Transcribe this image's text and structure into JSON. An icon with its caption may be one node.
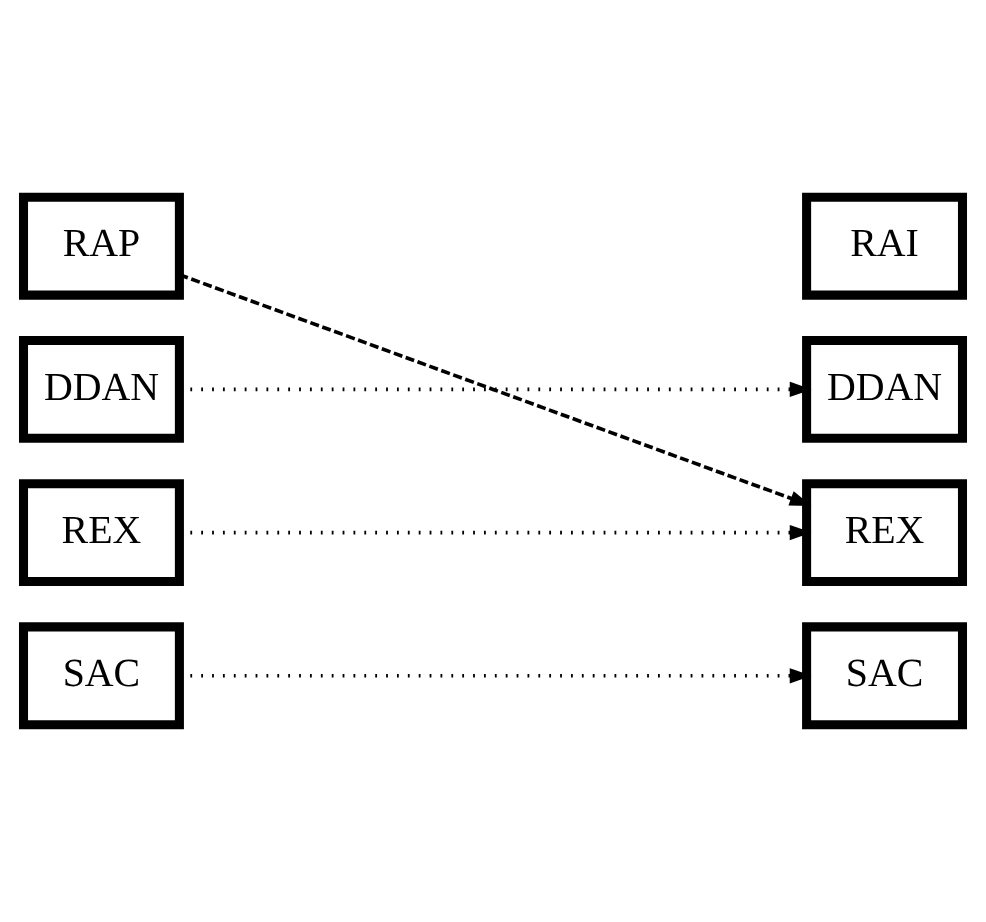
{
  "diagram": {
    "nodes": [
      {
        "text": [
          "RAP"
        ]
      },
      {
        "text": [
          "RAI"
        ]
      },
      {
        "text": [
          "DDAN"
        ]
      },
      {
        "text": [
          "DDAN"
        ]
      },
      {
        "text": [
          "REX"
        ]
      },
      {
        "text": [
          "REX"
        ]
      },
      {
        "text": [
          "SAC"
        ]
      },
      {
        "text": [
          "SAC"
        ]
      }
    ],
    "edges": [
      {
        "from": 0,
        "to": 5,
        "arrow": "to",
        "style": "dashed"
      },
      {
        "from": 2,
        "to": 3,
        "arrow": "to"
      },
      {
        "from": 4,
        "to": 5,
        "arrow": "to"
      },
      {
        "from": 6,
        "to": 7,
        "arrow": "to"
      }
    ]
  }
}
